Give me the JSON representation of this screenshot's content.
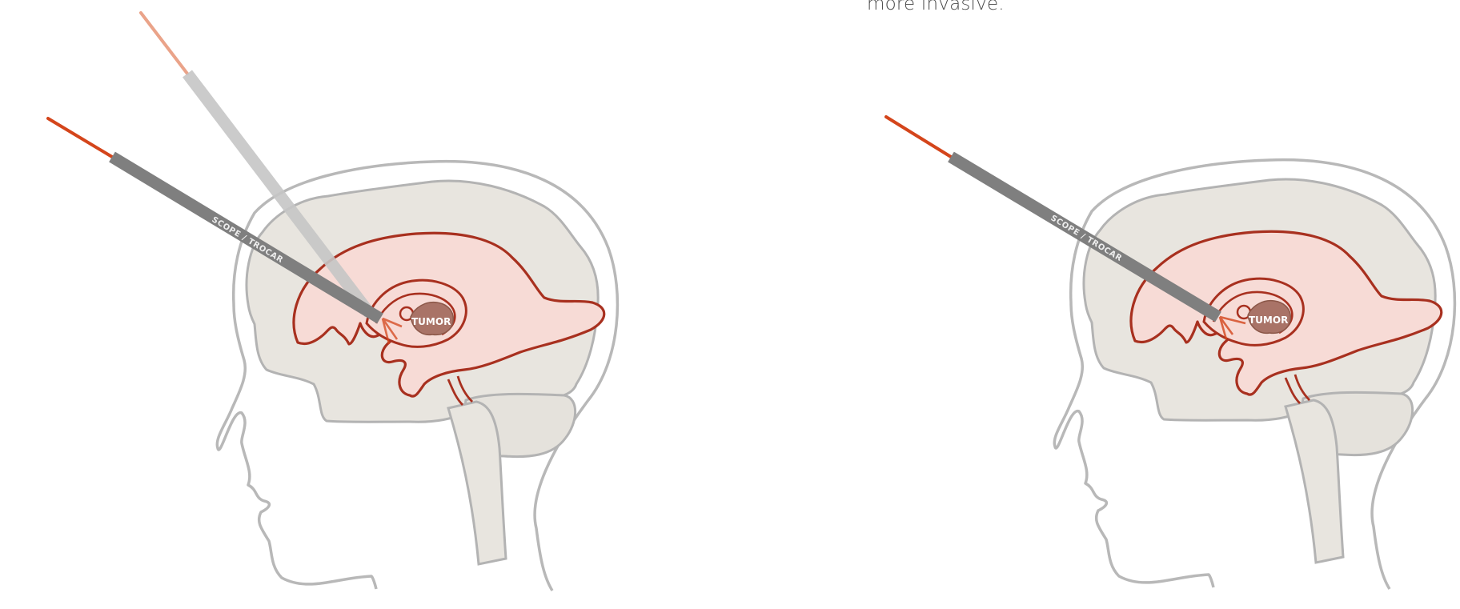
{
  "caption_tail": "more invasive.",
  "panels": [
    {
      "scope_label": "SCOPE / TROCAR",
      "tumor_label": "TUMOR"
    },
    {
      "scope_label": "SCOPE / TROCAR",
      "tumor_label": "TUMOR"
    }
  ],
  "colors": {
    "skull_outline": "#b8b8b8",
    "brain_fill": "#e8e5df",
    "brain_outline": "#b3b3b3",
    "ventricle_fill": "#f7dbd6",
    "ventricle_outline": "#a8301f",
    "tumor_fill": "#a97367",
    "scope_body": "#7f7f7f",
    "scope_ghost": "#c6c6c6",
    "wire_active": "#d4451b",
    "wire_ghost": "#eaa389"
  }
}
